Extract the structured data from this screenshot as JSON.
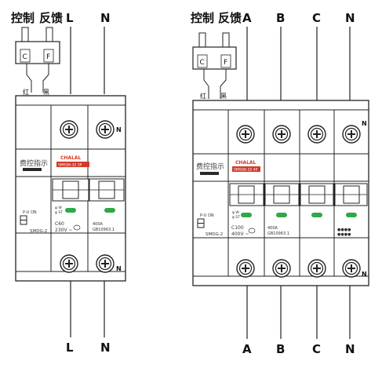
{
  "left": {
    "header_control": "控制",
    "header_feedback": "反馈",
    "terminal_top": [
      "L",
      "N"
    ],
    "terminal_bottom": [
      "L",
      "N"
    ],
    "connector_labels": [
      "C",
      "F"
    ],
    "wire_red": "红",
    "wire_black": "黑",
    "fee_control_label": "费控指示",
    "brand": "CHALAL",
    "model_strip": "SMSQ6-32 3P",
    "poles": [
      {
        "top_tag": "",
        "rating": "C60",
        "voltage": "230V ~",
        "indicator": "green",
        "ele_rating": ""
      },
      {
        "top_tag": "N",
        "rating": "",
        "voltage": "",
        "indicator": "green",
        "ele_rating": "400A\nGB10963.1"
      }
    ],
    "side_module_label": "SMDG-2",
    "side_switch_hint": "P-U  ON"
  },
  "right": {
    "header_control": "控制",
    "header_feedback": "反馈",
    "terminal_top": [
      "A",
      "B",
      "C",
      "N"
    ],
    "terminal_bottom": [
      "A",
      "B",
      "C",
      "N"
    ],
    "connector_labels": [
      "C",
      "F"
    ],
    "wire_red": "红",
    "wire_black": "黑",
    "fee_control_label": "费控指示",
    "brand": "CHALAL",
    "model_strip": "SMSQ6-32 4P",
    "poles": [
      {
        "top_tag": "",
        "rating": "C100",
        "voltage": "400V ~",
        "indicator": "green",
        "ele_rating": ""
      },
      {
        "top_tag": "",
        "rating": "",
        "voltage": "",
        "indicator": "green",
        "ele_rating": "400A\nGB10963.1"
      },
      {
        "top_tag": "",
        "rating": "",
        "voltage": "",
        "indicator": "green",
        "ele_rating": ""
      },
      {
        "top_tag": "N",
        "rating": "",
        "voltage": "",
        "indicator": "green",
        "ele_rating": ""
      }
    ],
    "side_module_label": "SMDG-2",
    "side_switch_hint": "P-U  ON"
  },
  "colors": {
    "line": "#222222",
    "fill": "#ffffff",
    "panel": "#f4f4f4",
    "indicator": "#2fa84a",
    "brand": "#d23a2a",
    "label_bg": "#2a2a2a"
  }
}
